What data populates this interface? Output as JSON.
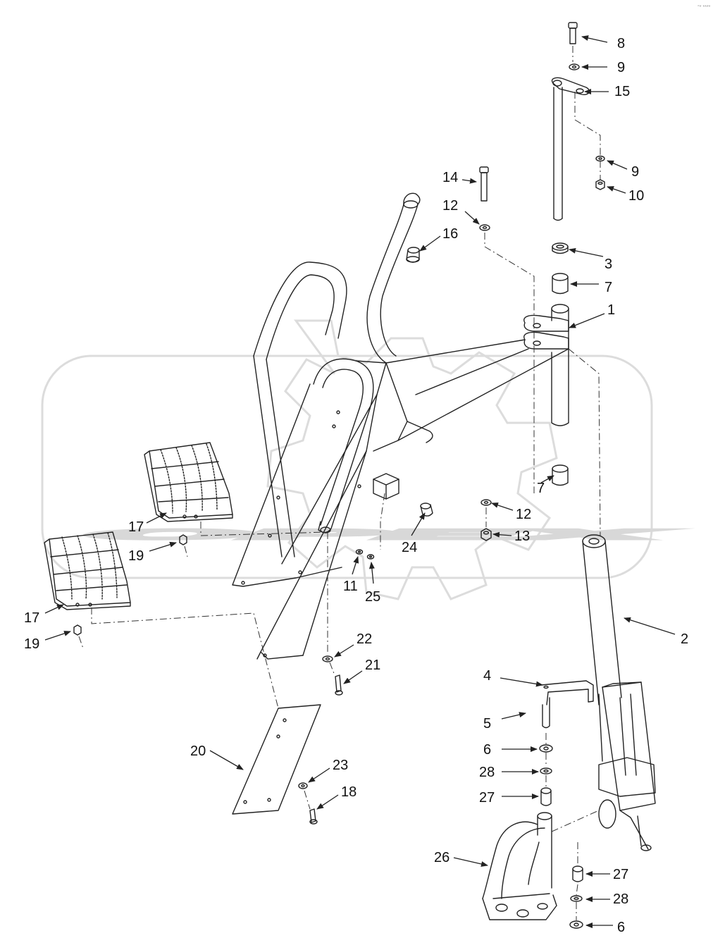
{
  "watermark": {
    "text": "OPEX",
    "color": "#d8d8d8"
  },
  "corner_mark": "°* ****",
  "colors": {
    "line": "#222222",
    "leader": "#333333",
    "background": "#ffffff"
  },
  "callouts": [
    {
      "id": "c8a",
      "label": "8"
    },
    {
      "id": "c9a",
      "label": "9"
    },
    {
      "id": "c15",
      "label": "15"
    },
    {
      "id": "c9b",
      "label": "9"
    },
    {
      "id": "c10",
      "label": "10"
    },
    {
      "id": "c14",
      "label": "14"
    },
    {
      "id": "c12a",
      "label": "12"
    },
    {
      "id": "c16",
      "label": "16"
    },
    {
      "id": "c3",
      "label": "3"
    },
    {
      "id": "c7a",
      "label": "7"
    },
    {
      "id": "c1",
      "label": "1"
    },
    {
      "id": "c7b",
      "label": "7"
    },
    {
      "id": "c12b",
      "label": "12"
    },
    {
      "id": "c13",
      "label": "13"
    },
    {
      "id": "c24",
      "label": "24"
    },
    {
      "id": "c17a",
      "label": "17"
    },
    {
      "id": "c19a",
      "label": "19"
    },
    {
      "id": "c11",
      "label": "11"
    },
    {
      "id": "c25",
      "label": "25"
    },
    {
      "id": "c2",
      "label": "2"
    },
    {
      "id": "c17b",
      "label": "17"
    },
    {
      "id": "c19b",
      "label": "19"
    },
    {
      "id": "c22",
      "label": "22"
    },
    {
      "id": "c21",
      "label": "21"
    },
    {
      "id": "c4",
      "label": "4"
    },
    {
      "id": "c5",
      "label": "5"
    },
    {
      "id": "c6a",
      "label": "6"
    },
    {
      "id": "c20",
      "label": "20"
    },
    {
      "id": "c23",
      "label": "23"
    },
    {
      "id": "c28a",
      "label": "28"
    },
    {
      "id": "c27a",
      "label": "27"
    },
    {
      "id": "c18",
      "label": "18"
    },
    {
      "id": "c26",
      "label": "26"
    },
    {
      "id": "c27b",
      "label": "27"
    },
    {
      "id": "c28b",
      "label": "28"
    },
    {
      "id": "c6b",
      "label": "6"
    }
  ]
}
